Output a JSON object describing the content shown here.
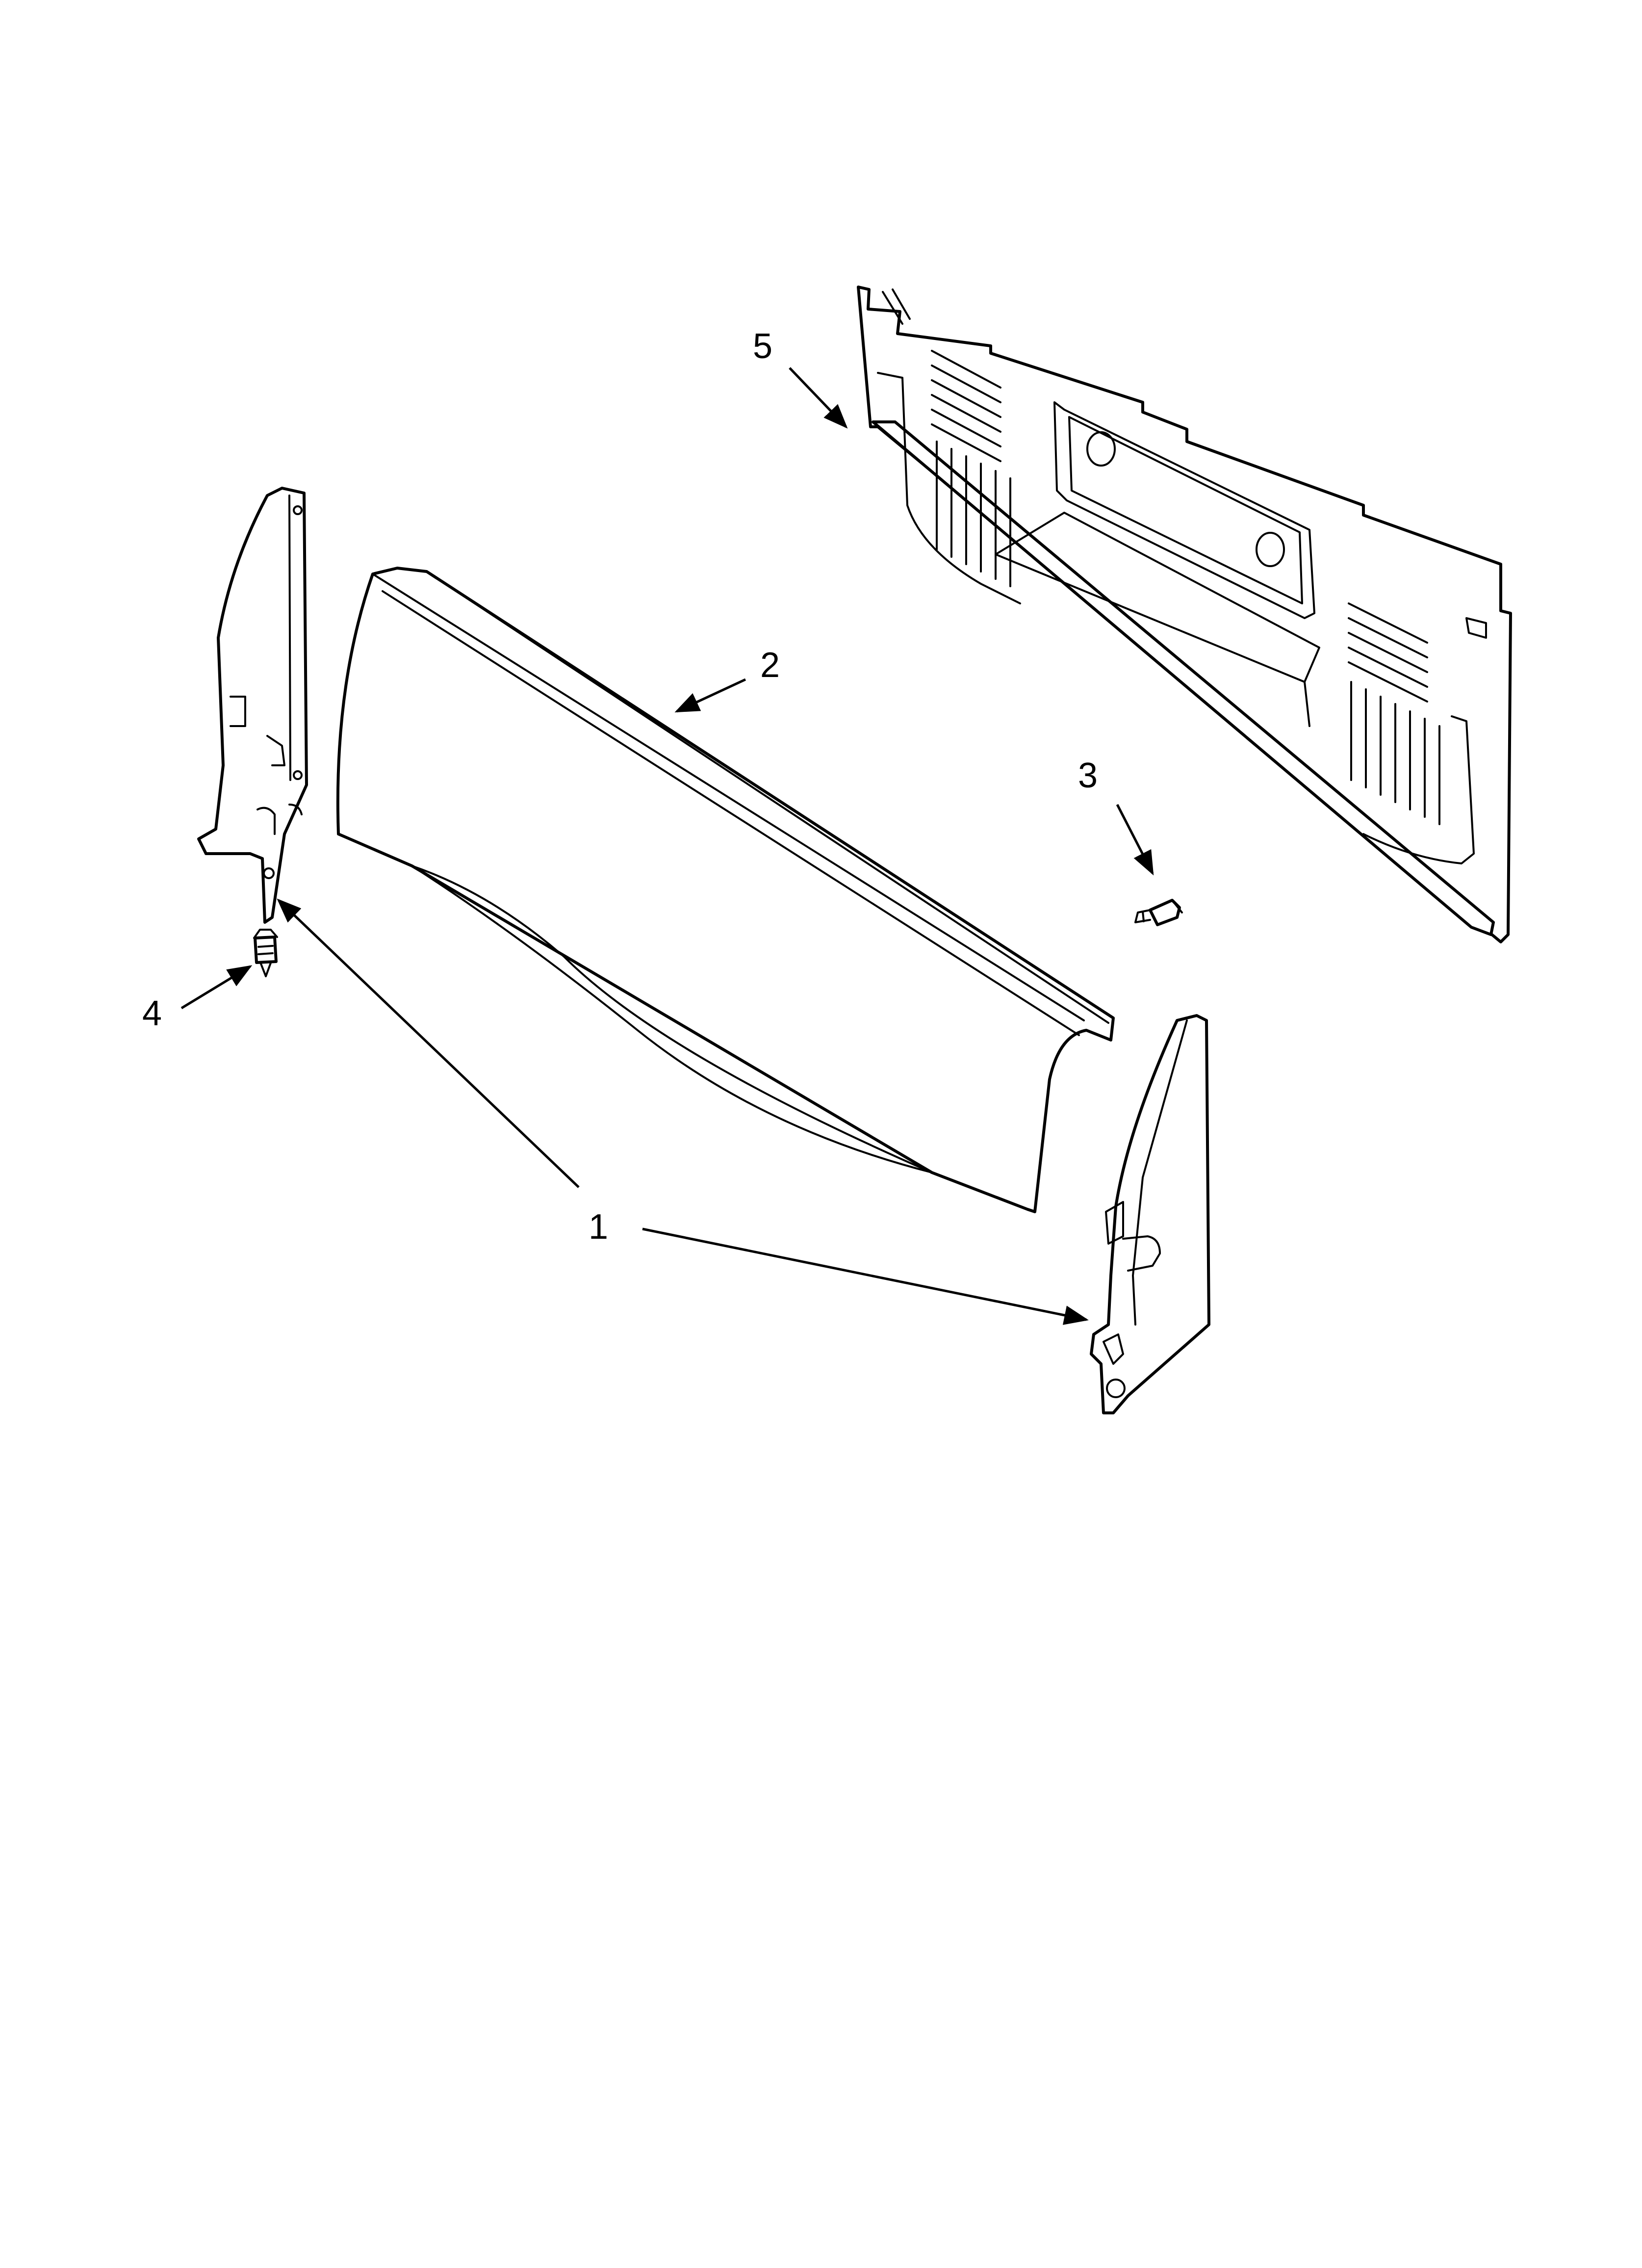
{
  "callouts": [
    {
      "id": "1",
      "label": "1"
    },
    {
      "id": "2",
      "label": "2"
    },
    {
      "id": "3",
      "label": "3"
    },
    {
      "id": "4",
      "label": "4"
    },
    {
      "id": "5",
      "label": "5"
    }
  ],
  "parts": [
    "end-cap",
    "manifold-panel",
    "screw",
    "screw",
    "rear-panel"
  ],
  "colors": {
    "line": "#000000",
    "background": "#ffffff"
  }
}
